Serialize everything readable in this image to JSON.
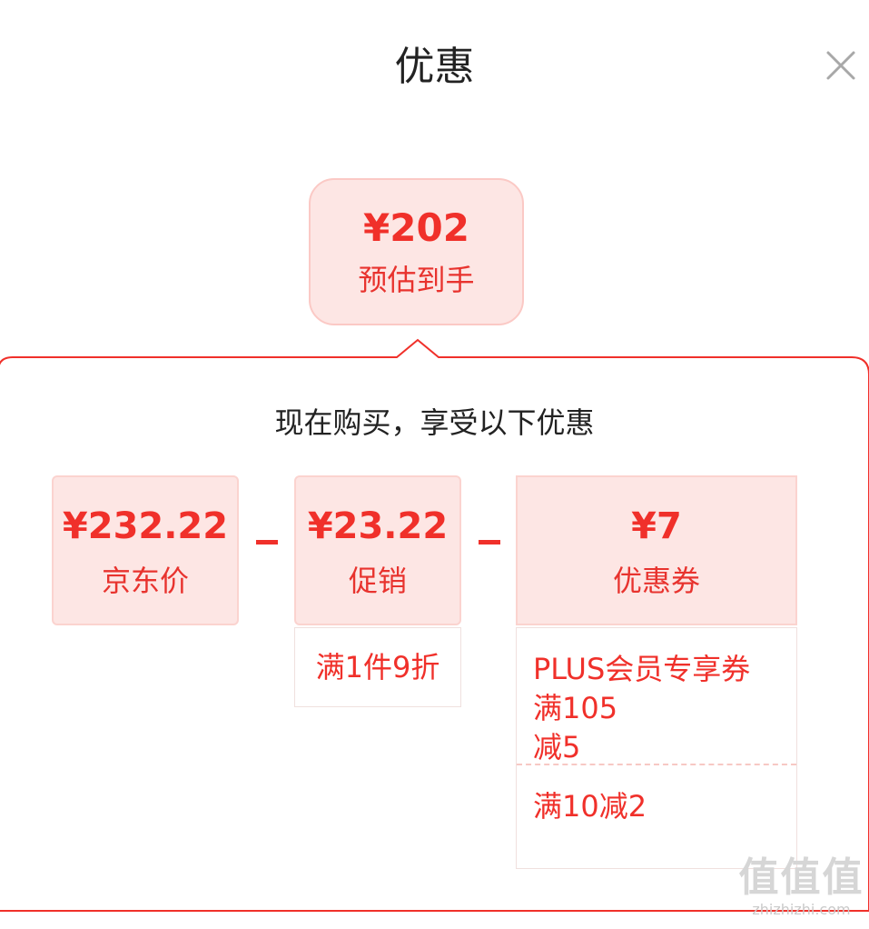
{
  "header": {
    "title": "优惠",
    "close_icon": "close-icon"
  },
  "summary": {
    "price": "¥202",
    "label": "预估到手"
  },
  "breakdown": {
    "subtitle": "现在购买，享受以下优惠",
    "operator": "-",
    "cards": [
      {
        "value": "¥232.22",
        "label": "京东价"
      },
      {
        "value": "¥23.22",
        "label": "促销"
      },
      {
        "value": "¥7",
        "label": "优惠券"
      }
    ],
    "promo_detail": "满1件9折",
    "coupon_details": [
      {
        "lines": [
          "PLUS会员专享券",
          "满105",
          "减5"
        ]
      },
      {
        "lines": [
          "满10减2"
        ]
      }
    ]
  },
  "watermark": {
    "logo": "值值值",
    "url": "zhizhizhi.com"
  },
  "colors": {
    "accent": "#f0302a",
    "card_bg": "#fde6e4",
    "card_border": "#fbd3cf"
  }
}
